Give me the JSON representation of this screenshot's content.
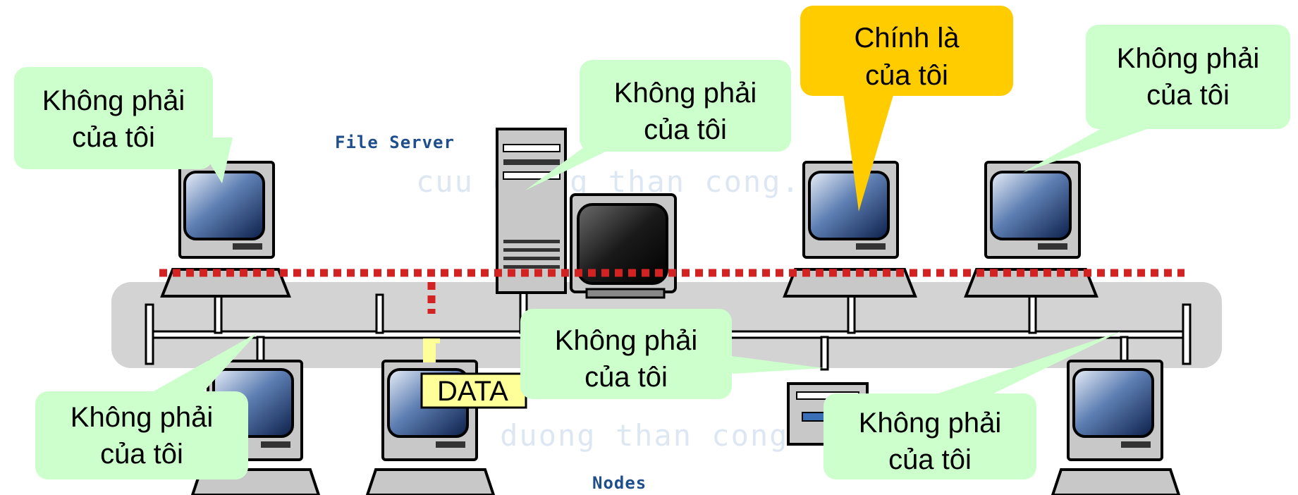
{
  "labels": {
    "file_server": "File Server",
    "nodes": "Nodes",
    "data_packet": "DATA"
  },
  "watermark": {
    "top": "cuu duong than cong. com",
    "bottom": "cuu duong than cong. com"
  },
  "callouts": [
    {
      "id": "pc-top-left",
      "line1": "Không phải",
      "line2": "của tôi",
      "mine": false
    },
    {
      "id": "file-server",
      "line1": "Không phải",
      "line2": "của tôi",
      "mine": false
    },
    {
      "id": "pc-top-3",
      "line1": "Chính là",
      "line2": "của tôi",
      "mine": true
    },
    {
      "id": "pc-top-right",
      "line1": "Không phải",
      "line2": "của tôi",
      "mine": false
    },
    {
      "id": "pc-bottom-left",
      "line1": "Không phải",
      "line2": "của tôi",
      "mine": false
    },
    {
      "id": "printer",
      "line1": "Không phải",
      "line2": "của tôi",
      "mine": false
    },
    {
      "id": "pc-bottom-right",
      "line1": "Không phải",
      "line2": "của tôi",
      "mine": false
    }
  ],
  "colors": {
    "callout_normal": "#ccffcc",
    "callout_mine": "#ffcc00",
    "bus_band": "#d3d3d3",
    "signal_dots": "#d22222",
    "data_box": "#ffff99",
    "pixel_label": "#1f4e8c"
  }
}
